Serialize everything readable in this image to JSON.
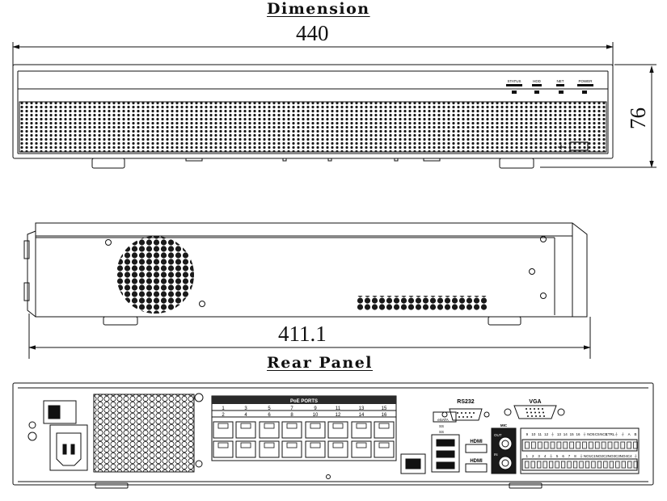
{
  "headings": {
    "dimension": "Dimension",
    "rear_panel": "Rear Panel"
  },
  "dimensions": {
    "width": "440",
    "height": "76",
    "depth": "411.1"
  },
  "front_panel": {
    "indicators": [
      "STATUS",
      "HDD",
      "NET",
      "POWER"
    ]
  },
  "rear": {
    "poe_title": "PoE PORTS",
    "poe_numbers_top": [
      "1",
      "3",
      "5",
      "7",
      "9",
      "11",
      "13",
      "15"
    ],
    "poe_numbers_bottom": [
      "2",
      "4",
      "6",
      "8",
      "10",
      "12",
      "14",
      "16"
    ],
    "rs232": "RS232",
    "vga": "VGA",
    "esata": "eSATA",
    "ss_labels": [
      "SS",
      "SS"
    ],
    "hdmi": [
      "HDMI",
      "HDMI"
    ],
    "mic": "MIC",
    "mic_out": "OUT",
    "mic_in": "IN",
    "alarm_top": [
      "9",
      "10",
      "11",
      "12",
      "⏚",
      "13",
      "14",
      "15",
      "16",
      "⏚",
      "NO5",
      "C5",
      "NC5",
      "CTRL",
      "⏚",
      "⏚",
      "A",
      "B"
    ],
    "alarm_bottom": [
      "1",
      "2",
      "3",
      "4",
      "⏚",
      "5",
      "6",
      "7",
      "8",
      "⏚",
      "NO1",
      "C1",
      "NO2",
      "C2",
      "NO3",
      "C3",
      "NO4",
      "C4",
      "⏚"
    ]
  },
  "colors": {
    "line": "#111111",
    "dark_fill": "#1a1a1a",
    "poe_band": "#2a2a2a"
  }
}
